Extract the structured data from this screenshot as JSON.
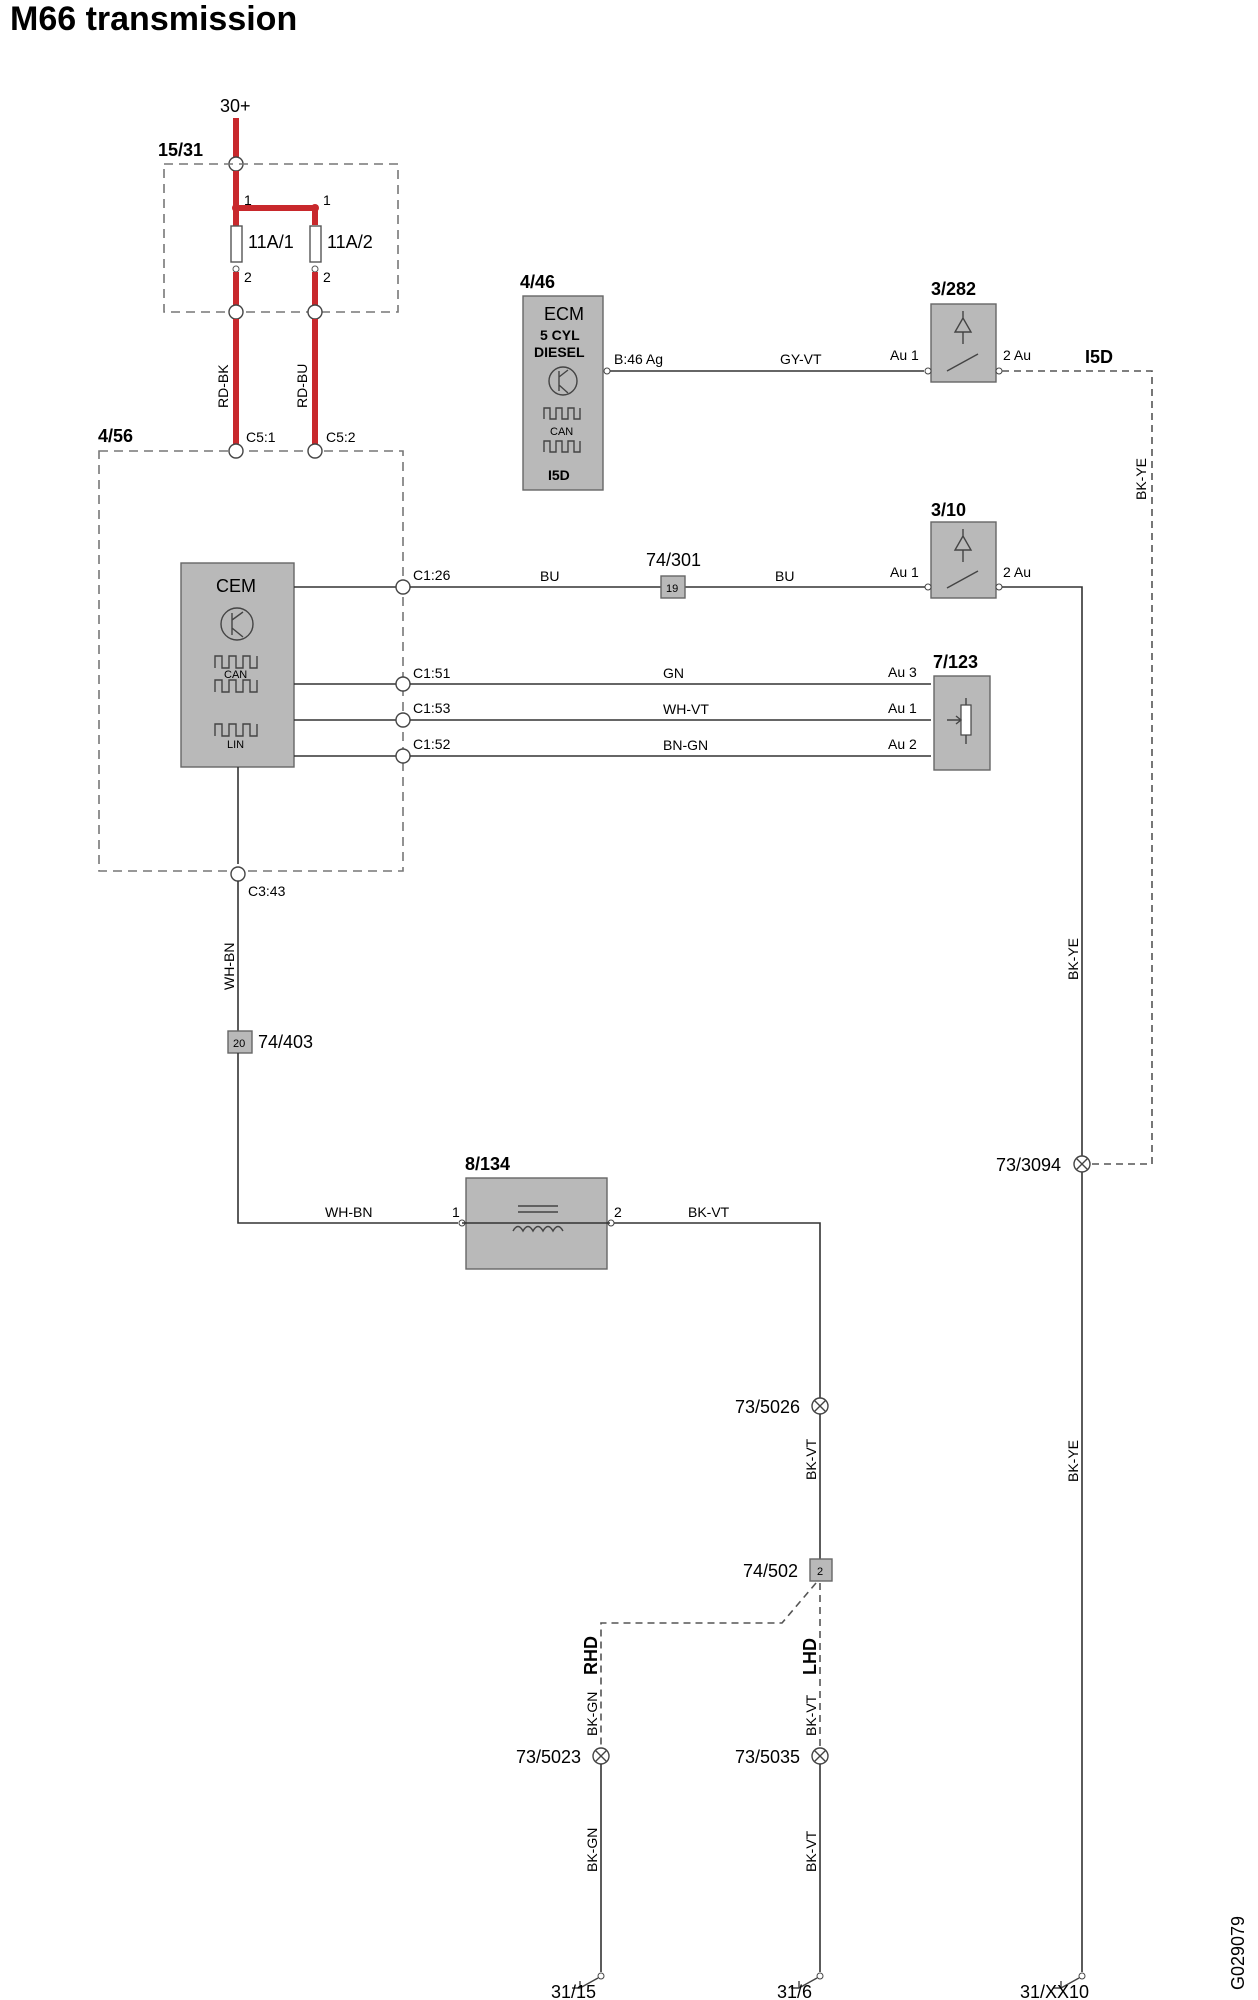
{
  "title": "M66 transmission",
  "figure_id": "G029079",
  "supply": {
    "label": "30+"
  },
  "fuse_box": {
    "id": "15/31",
    "fuses": [
      "11A/1",
      "11A/2"
    ],
    "pin_top": "1",
    "pin_bottom": "2"
  },
  "cem": {
    "id": "4/56",
    "name": "CEM",
    "can_label": "CAN",
    "lin_label": "LIN",
    "connectors": [
      "C5:1",
      "C5:2",
      "C1:26",
      "C1:51",
      "C1:53",
      "C1:52",
      "C3:43"
    ]
  },
  "ecm": {
    "id": "4/46",
    "name": "ECM",
    "subtitle_line1": "5 CYL",
    "subtitle_line2": "DIESEL",
    "can_label": "CAN",
    "variant": "I5D",
    "pin": "B:46 Ag"
  },
  "switches": [
    {
      "id": "3/282",
      "pin_in": "Au  1",
      "pin_out": "2  Au"
    },
    {
      "id": "3/10",
      "pin_in": "Au  1",
      "pin_out": "2  Au"
    }
  ],
  "sensor": {
    "id": "7/123",
    "pins": [
      "Au  3",
      "Au  1",
      "Au  2"
    ]
  },
  "relay": {
    "id": "8/134",
    "pin_in": "1",
    "pin_out": "2"
  },
  "wires": {
    "rd_bk": "RD-BK",
    "rd_bu": "RD-BU",
    "gy_vt": "GY-VT",
    "bu": "BU",
    "gn": "GN",
    "wh_vt": "WH-VT",
    "bn_gn": "BN-GN",
    "wh_bn": "WH-BN",
    "bk_vt": "BK-VT",
    "bk_ye": "BK-YE",
    "bk_gn": "BK-GN"
  },
  "connectors": {
    "c74_301": {
      "id": "74/301",
      "pin": "19"
    },
    "c74_403": {
      "id": "74/403",
      "pin": "20"
    },
    "c74_502": {
      "id": "74/502",
      "pin": "2"
    }
  },
  "variant_label": "I5D",
  "splices": [
    "73/3094",
    "73/5026",
    "73/5023",
    "73/5035"
  ],
  "drive_labels": {
    "rhd": "RHD",
    "lhd": "LHD"
  },
  "grounds": [
    "31/15",
    "31/6",
    "31/XX10"
  ]
}
